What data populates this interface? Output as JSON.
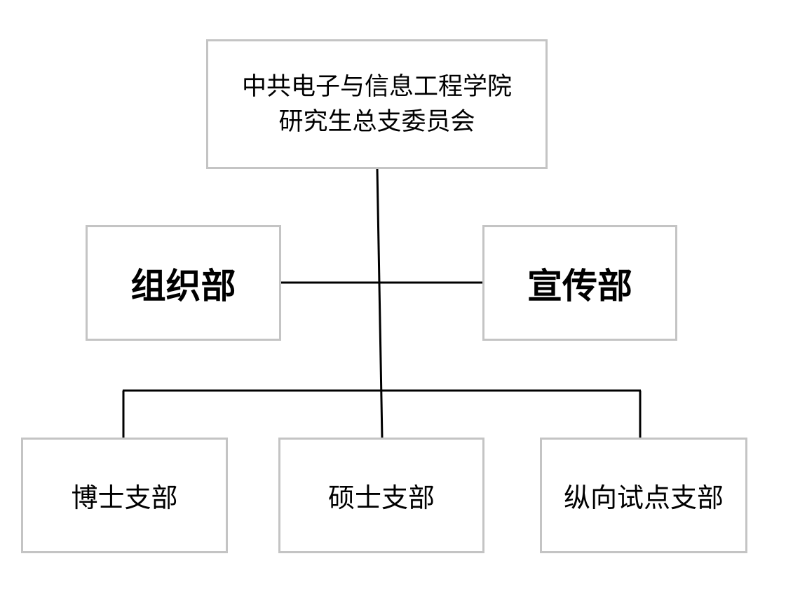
{
  "diagram": {
    "root": {
      "line1": "中共电子与信息工程学院",
      "line2": "研究生总支委员会"
    },
    "departments": {
      "organization": "组织部",
      "publicity": "宣传部"
    },
    "branches": {
      "doctoral": "博士支部",
      "master": "硕士支部",
      "pilot": "纵向试点支部"
    },
    "colors": {
      "box_border": "#c4c4c4",
      "connector": "#000000",
      "text": "#000000"
    }
  }
}
